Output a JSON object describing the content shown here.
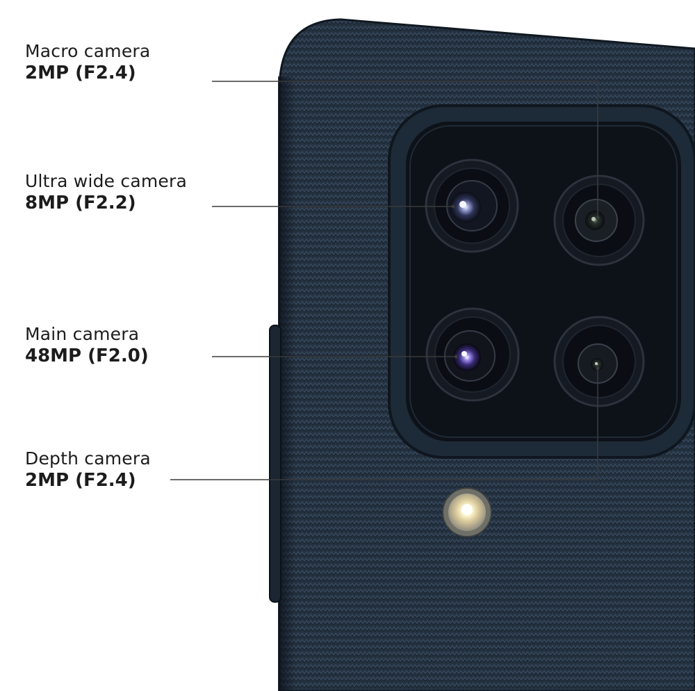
{
  "cameras": [
    {
      "name": "Macro camera",
      "spec": "2MP (F2.4)",
      "icon": "macro-lens-icon"
    },
    {
      "name": "Ultra wide camera",
      "spec": "8MP (F2.2)",
      "icon": "ultra-wide-lens-icon"
    },
    {
      "name": "Main camera",
      "spec": "48MP (F2.0)",
      "icon": "main-lens-icon"
    },
    {
      "name": "Depth camera",
      "spec": "2MP (F2.4)",
      "icon": "depth-lens-icon"
    }
  ],
  "flash": {
    "icon": "flash-led-icon"
  },
  "colors": {
    "phone_body": "#243140",
    "camera_module": "#0d1219",
    "leader_line": "#3a3a3a",
    "label_text": "#1c1c1c",
    "background": "#ffffff"
  }
}
